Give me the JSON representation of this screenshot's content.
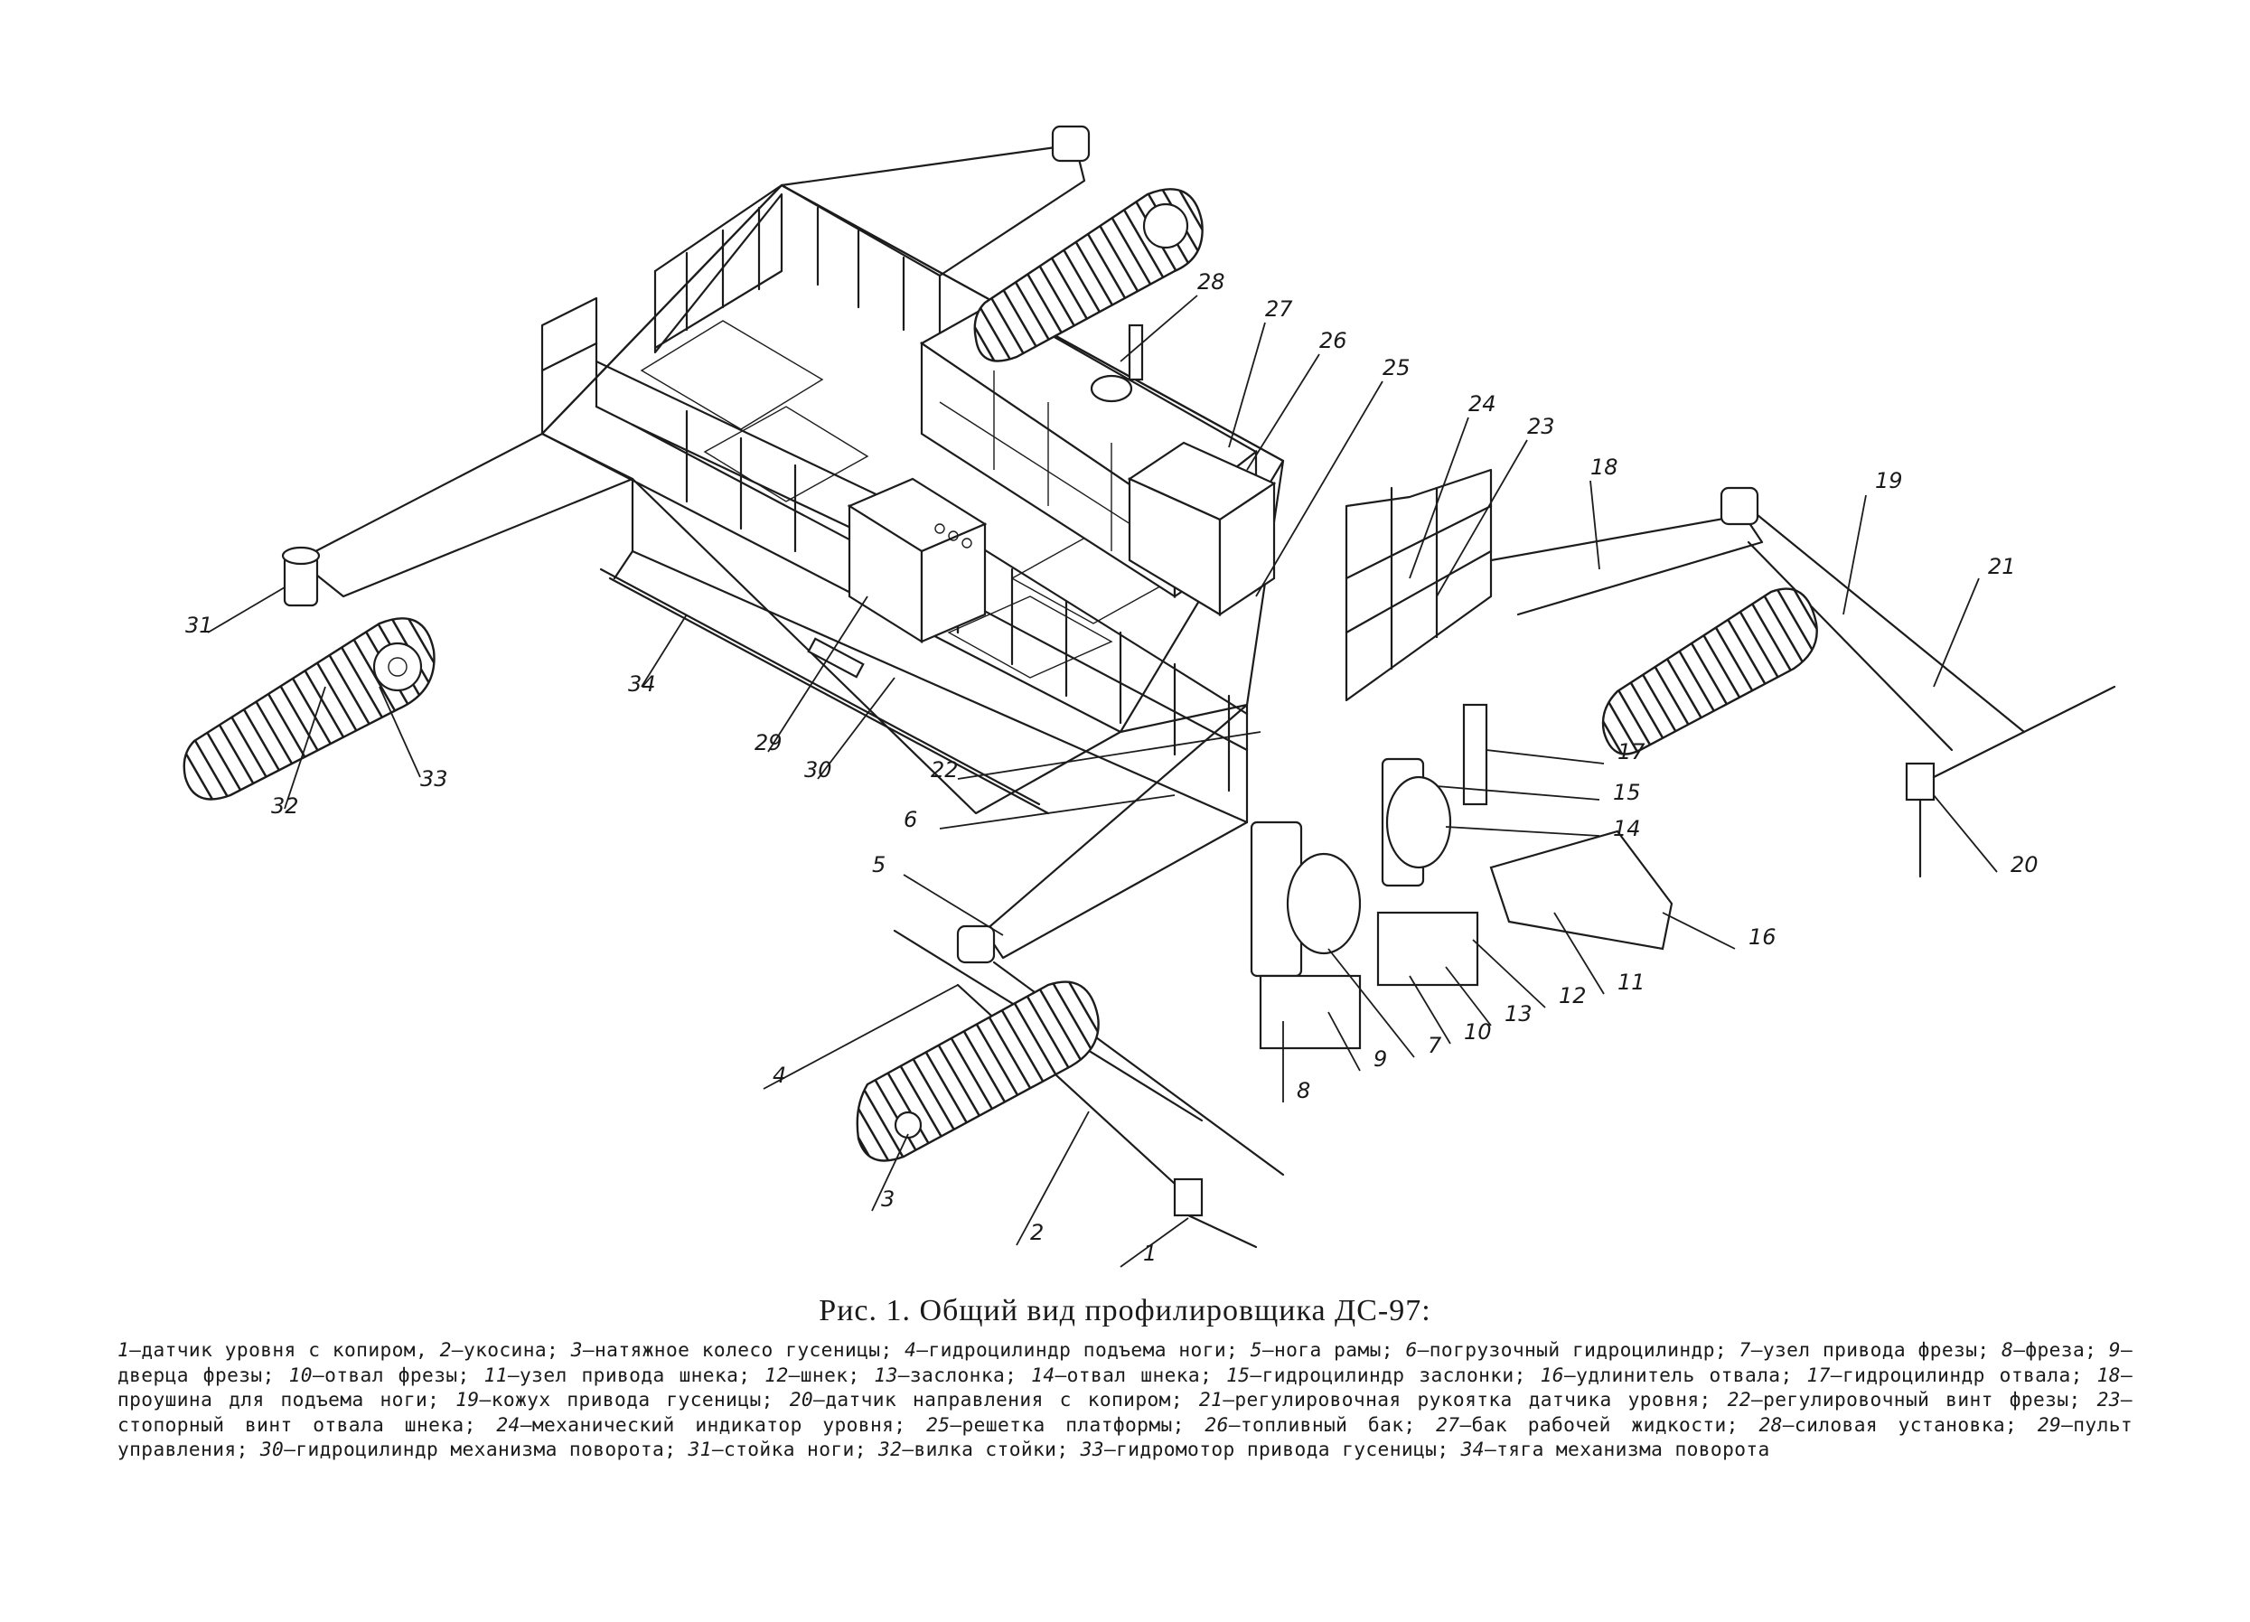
{
  "figure": {
    "title": "Рис. 1. Общий вид профилировщика ДС-97:",
    "legend": [
      {
        "num": "1",
        "text": "датчик уровня с копиром"
      },
      {
        "num": "2",
        "text": "укосина"
      },
      {
        "num": "3",
        "text": "натяжное колесо гусеницы"
      },
      {
        "num": "4",
        "text": "гидроцилиндр подъема ноги"
      },
      {
        "num": "5",
        "text": "нога рамы"
      },
      {
        "num": "6",
        "text": "погрузочный гидроцилиндр"
      },
      {
        "num": "7",
        "text": "узел привода фрезы"
      },
      {
        "num": "8",
        "text": "фреза"
      },
      {
        "num": "9",
        "text": "дверца фрезы"
      },
      {
        "num": "10",
        "text": "отвал фрезы"
      },
      {
        "num": "11",
        "text": "узел привода шнека"
      },
      {
        "num": "12",
        "text": "шнек"
      },
      {
        "num": "13",
        "text": "заслонка"
      },
      {
        "num": "14",
        "text": "отвал шнека"
      },
      {
        "num": "15",
        "text": "гидроцилиндр заслонки"
      },
      {
        "num": "16",
        "text": "удлинитель отвала"
      },
      {
        "num": "17",
        "text": "гидроцилиндр отвала"
      },
      {
        "num": "18",
        "text": "проушина для подъема ноги"
      },
      {
        "num": "19",
        "text": "кожух привода гусеницы"
      },
      {
        "num": "20",
        "text": "датчик направления с копиром"
      },
      {
        "num": "21",
        "text": "регулировочная рукоятка датчика уровня"
      },
      {
        "num": "22",
        "text": "регулировочный винт фрезы"
      },
      {
        "num": "23",
        "text": "стопорный винт отвала шнека"
      },
      {
        "num": "24",
        "text": "механический индикатор уровня"
      },
      {
        "num": "25",
        "text": "решетка платформы"
      },
      {
        "num": "26",
        "text": "топливный бак"
      },
      {
        "num": "27",
        "text": "бак рабочей жидкости"
      },
      {
        "num": "28",
        "text": "силовая установка"
      },
      {
        "num": "29",
        "text": "пульт управления"
      },
      {
        "num": "30",
        "text": "гидроцилиндр механизма поворота"
      },
      {
        "num": "31",
        "text": "стойка ноги"
      },
      {
        "num": "32",
        "text": "вилка стойки"
      },
      {
        "num": "33",
        "text": "гидромотор привода гусеницы"
      },
      {
        "num": "34",
        "text": "тяга механизма поворота"
      }
    ],
    "callouts": [
      {
        "num": "1"
      },
      {
        "num": "2"
      },
      {
        "num": "3"
      },
      {
        "num": "4"
      },
      {
        "num": "5"
      },
      {
        "num": "6"
      },
      {
        "num": "7"
      },
      {
        "num": "8"
      },
      {
        "num": "9"
      },
      {
        "num": "10"
      },
      {
        "num": "11"
      },
      {
        "num": "12"
      },
      {
        "num": "13"
      },
      {
        "num": "14"
      },
      {
        "num": "15"
      },
      {
        "num": "16"
      },
      {
        "num": "17"
      },
      {
        "num": "18"
      },
      {
        "num": "19"
      },
      {
        "num": "20"
      },
      {
        "num": "21"
      },
      {
        "num": "22"
      },
      {
        "num": "23"
      },
      {
        "num": "24"
      },
      {
        "num": "25"
      },
      {
        "num": "26"
      },
      {
        "num": "27"
      },
      {
        "num": "28"
      },
      {
        "num": "29"
      },
      {
        "num": "30"
      },
      {
        "num": "31"
      },
      {
        "num": "32"
      },
      {
        "num": "33"
      },
      {
        "num": "34"
      }
    ]
  }
}
